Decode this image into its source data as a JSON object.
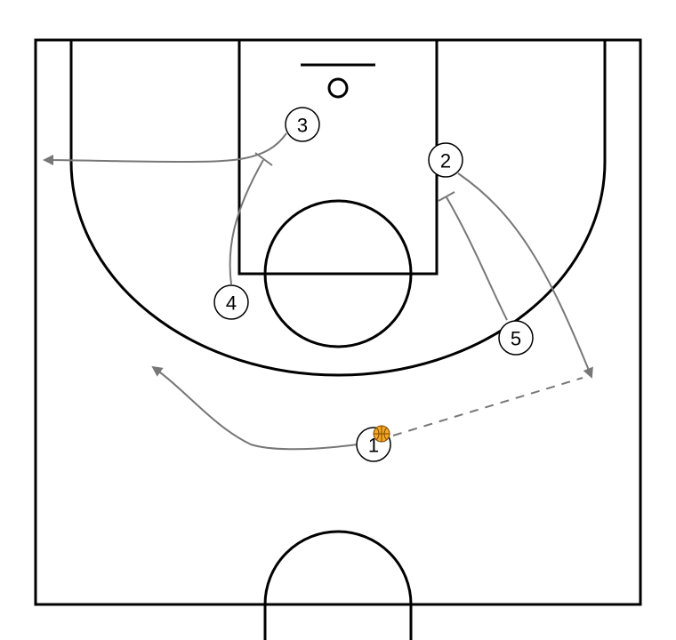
{
  "diagram": {
    "colors": {
      "court_lines": "#000000",
      "movement": "#777777",
      "ball": "#F5A623",
      "ball_seams": "#7A4A00"
    },
    "players": [
      {
        "id": "p1",
        "label": "1",
        "has_ball": true
      },
      {
        "id": "p2",
        "label": "2"
      },
      {
        "id": "p3",
        "label": "3"
      },
      {
        "id": "p4",
        "label": "4"
      },
      {
        "id": "p5",
        "label": "5"
      }
    ],
    "actions": [
      {
        "from": "1",
        "type": "dribble-cut",
        "ends_with": "arrow"
      },
      {
        "from": "1",
        "type": "pass",
        "style": "dashed",
        "ends_with": "arrow"
      },
      {
        "from": "2",
        "type": "cut",
        "ends_with": "arrow"
      },
      {
        "from": "3",
        "type": "cut",
        "ends_with": "arrow"
      },
      {
        "from": "4",
        "type": "screen",
        "ends_with": "screen-bar"
      },
      {
        "from": "5",
        "type": "screen",
        "ends_with": "screen-bar"
      }
    ]
  }
}
